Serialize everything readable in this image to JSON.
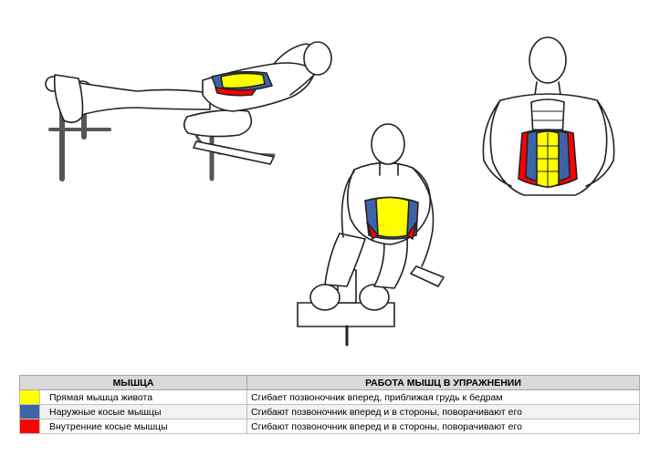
{
  "colors": {
    "rectus": "#ffff00",
    "external_oblique": "#3f63a7",
    "internal_oblique": "#ff0000",
    "outline": "#222222",
    "header_bg": "#d9d9d9"
  },
  "table": {
    "header": {
      "muscle": "МЫШЦА",
      "work": "РАБОТА МЫШЦ В УПРАЖНЕНИИ"
    },
    "rows": [
      {
        "color": "#ffff00",
        "muscle": "Прямая мышца живота",
        "work": "Сгибает позвоночник вперед, приближая грудь к бедрам"
      },
      {
        "color": "#3f63a7",
        "muscle": "Наружные косые мышцы",
        "work": "Сгибают позвоночник вперед и в стороны, поворачивают  его"
      },
      {
        "color": "#ff0000",
        "muscle": "Внутренние косые мышцы",
        "work": "Сгибают позвоночник вперед и в стороны, поворачивают  его"
      }
    ]
  }
}
